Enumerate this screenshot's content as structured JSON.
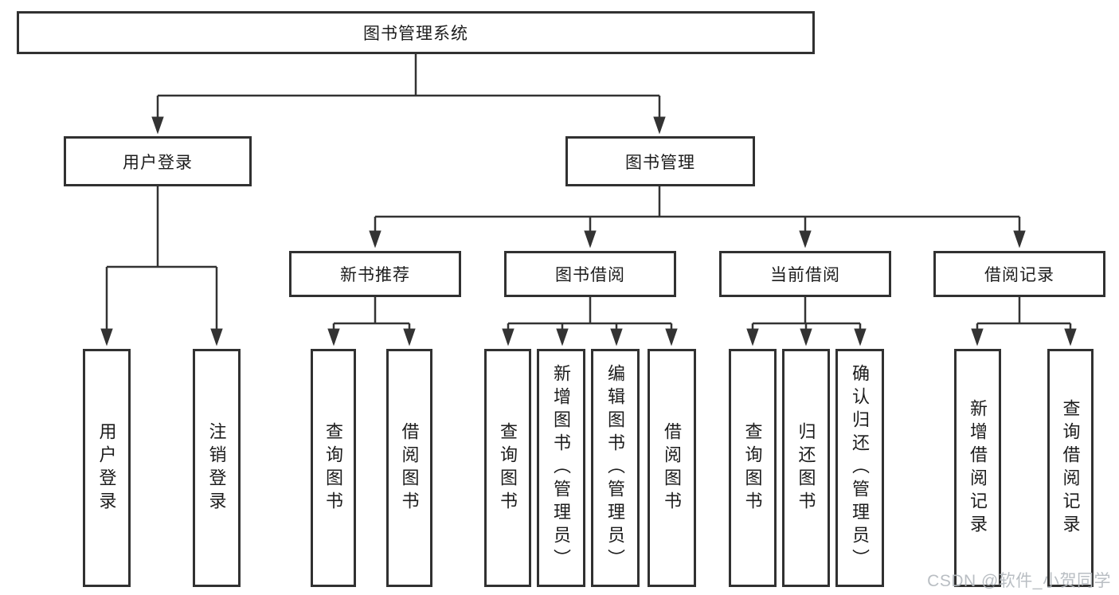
{
  "diagram": {
    "title": "图书管理系统",
    "type": "hierarchy-tree",
    "watermark": "CSDN @软件_小贺同学",
    "colors": {
      "line": "#333333",
      "box_border": "#313131",
      "text": "#1c1c1c",
      "background": "#ffffff",
      "watermark": "#b4b9be"
    }
  },
  "tree": {
    "label": "图书管理系统",
    "children": [
      {
        "label": "用户登录",
        "children": [
          {
            "label": "用户登录"
          },
          {
            "label": "注销登录"
          }
        ]
      },
      {
        "label": "图书管理",
        "children": [
          {
            "label": "新书推荐",
            "children": [
              {
                "label": "查询图书"
              },
              {
                "label": "借阅图书"
              }
            ]
          },
          {
            "label": "图书借阅",
            "children": [
              {
                "label": "查询图书"
              },
              {
                "label": "新增图书（管理员）"
              },
              {
                "label": "编辑图书（管理员）"
              },
              {
                "label": "借阅图书"
              }
            ]
          },
          {
            "label": "当前借阅",
            "children": [
              {
                "label": "查询图书"
              },
              {
                "label": "归还图书"
              },
              {
                "label": "确认归还（管理员）"
              }
            ]
          },
          {
            "label": "借阅记录",
            "children": [
              {
                "label": "新增借阅记录"
              },
              {
                "label": "查询借阅记录"
              }
            ]
          }
        ]
      }
    ]
  }
}
